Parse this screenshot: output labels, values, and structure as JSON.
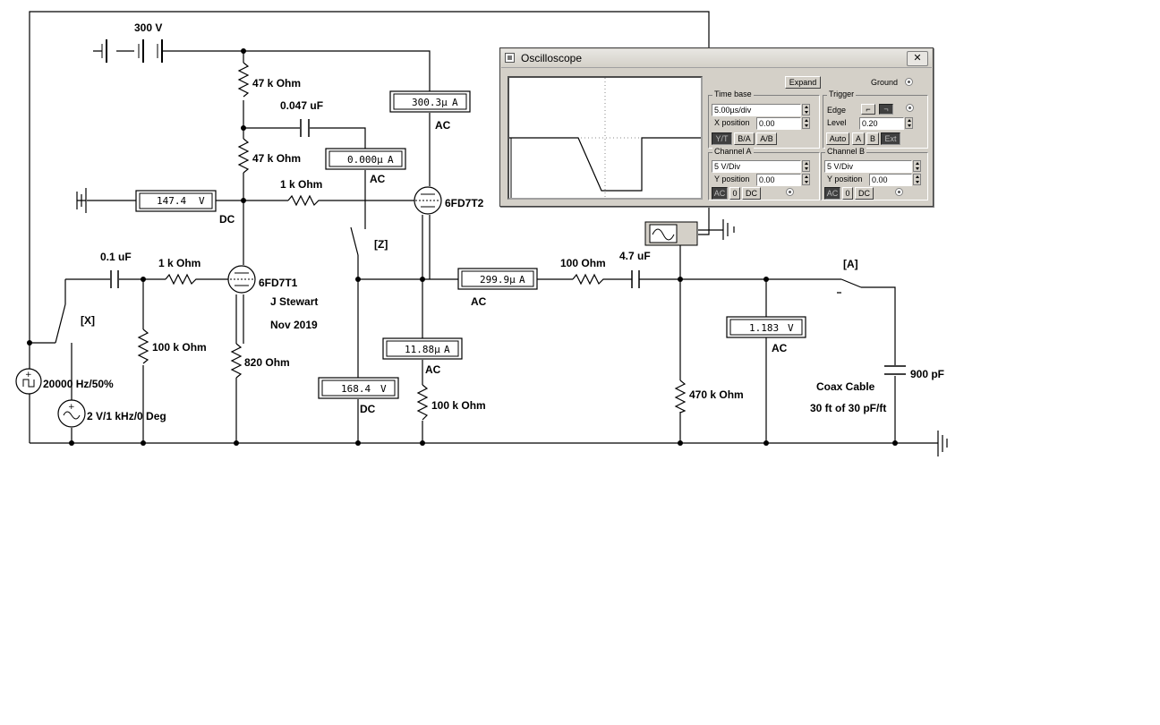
{
  "schematic": {
    "labels": {
      "supply_voltage": "300 V",
      "r_top": "47 k Ohm",
      "r_mid": "47 k Ohm",
      "c_coupling": "0.047 uF",
      "r_grid2": "1 k Ohm",
      "tube2": "6FD7T2",
      "c_in": "0.1 uF",
      "r_grid1": "1 k Ohm",
      "tube1": "6FD7T1",
      "author": "J Stewart",
      "date": "Nov 2019",
      "r_grid_leak": "100 k Ohm",
      "r_cathode": "820  Ohm",
      "r_plate2": "100 k Ohm",
      "r_series": "100  Ohm",
      "c_out": "4.7 uF",
      "r_load": "470 k Ohm",
      "c_cable": "900 pF",
      "coax_line1": "Coax Cable",
      "coax_line2": "30 ft of 30 pF/ft",
      "switch_x": "[X]",
      "switch_z": "[Z]",
      "switch_a": "[A]",
      "pulse_source": "20000 Hz/50%",
      "sine_source": "2 V/1 kHz/0 Deg"
    },
    "meters": {
      "m1": {
        "reading": "147.4",
        "unit": "V",
        "mode": "DC"
      },
      "m2": {
        "reading": "0.000µ",
        "unit": "A",
        "mode": "AC"
      },
      "m3": {
        "reading": "300.3µ",
        "unit": "A",
        "mode": "AC"
      },
      "m4": {
        "reading": "299.9µ",
        "unit": "A",
        "mode": "AC"
      },
      "m5": {
        "reading": "11.88µ",
        "unit": "A",
        "mode": "AC"
      },
      "m6": {
        "reading": "168.4",
        "unit": "V",
        "mode": "DC"
      },
      "m7": {
        "reading": "1.183",
        "unit": "V",
        "mode": "AC"
      }
    }
  },
  "oscilloscope": {
    "title": "Oscilloscope",
    "close": "✕",
    "expand": "Expand",
    "ground": "Ground",
    "timebase": {
      "title": "Time base",
      "value": "5.00µs/div",
      "xpos_label": "X position",
      "xpos": "0.00",
      "modes": [
        "Y/T",
        "B/A",
        "A/B"
      ]
    },
    "trigger": {
      "title": "Trigger",
      "edge_label": "Edge",
      "level_label": "Level",
      "level": "0.20",
      "sources": [
        "Auto",
        "A",
        "B",
        "Ext"
      ]
    },
    "channel_a": {
      "title": "Channel A",
      "scale": "5  V/Div",
      "ypos_label": "Y position",
      "ypos": "0.00",
      "coupling": [
        "AC",
        "0",
        "DC"
      ]
    },
    "channel_b": {
      "title": "Channel B",
      "scale": "5  V/Div",
      "ypos_label": "Y position",
      "ypos": "0.00",
      "coupling": [
        "AC",
        "0",
        "DC"
      ]
    }
  }
}
